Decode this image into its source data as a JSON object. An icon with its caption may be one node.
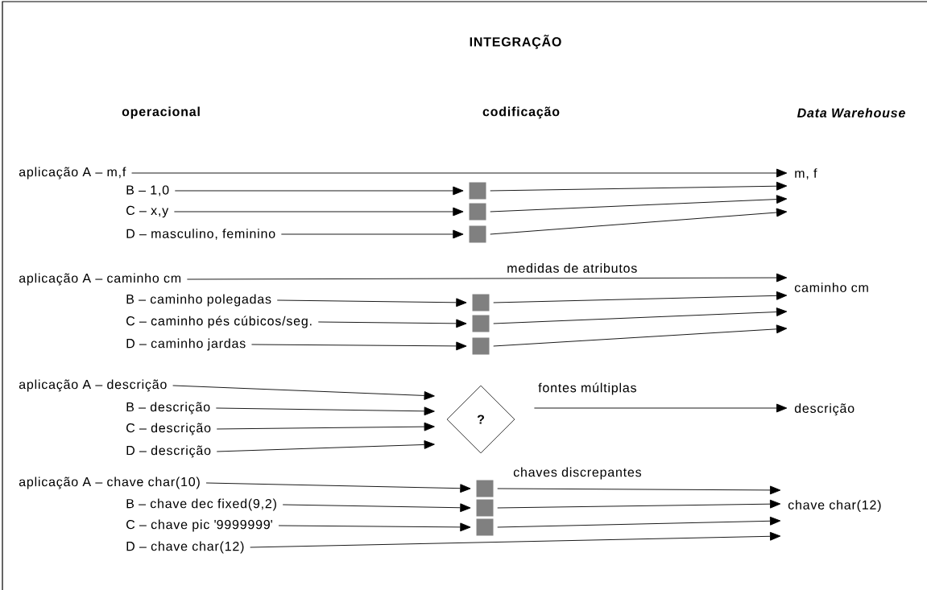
{
  "diagram": {
    "title": "INTEGRAÇÃO",
    "nodes": [
      {
        "text": [
          "aplicação A – m,f"
        ]
      },
      {
        "text": [
          "B – 1,0"
        ]
      },
      {
        "text": [
          "C – x,y"
        ]
      },
      {
        "text": [
          "D – masculino, feminino"
        ]
      },
      {
        "text": [],
        "shape": "box"
      },
      {
        "text": [],
        "shape": "box"
      },
      {
        "text": [],
        "shape": "box"
      },
      {
        "text": [
          "m, f"
        ]
      },
      {
        "text": [
          "aplicação A – caminho cm"
        ]
      },
      {
        "text": [
          "B – caminho polegadas"
        ]
      },
      {
        "text": [
          "C – caminho pés cúbicos/seg."
        ]
      },
      {
        "text": [
          "D – caminho jardas"
        ]
      },
      {
        "text": [],
        "shape": "box"
      },
      {
        "text": [],
        "shape": "box"
      },
      {
        "text": [],
        "shape": "box"
      },
      {
        "text": [
          "caminho cm"
        ]
      },
      {
        "text": [
          "aplicação A – descrição"
        ]
      },
      {
        "text": [
          "B – descrição"
        ]
      },
      {
        "text": [
          "C – descrição"
        ]
      },
      {
        "text": [
          "D – descrição"
        ]
      },
      {
        "text": [
          "?"
        ]
      },
      {
        "text": [
          "descrição"
        ]
      },
      {
        "text": [
          "aplicação A – chave char(10)"
        ]
      },
      {
        "text": [
          "B – chave dec fixed(9,2)"
        ]
      },
      {
        "text": [
          "C – chave pic '9999999'"
        ]
      },
      {
        "text": [
          "D – chave char(12)"
        ]
      },
      {
        "text": [],
        "shape": "box"
      },
      {
        "text": [],
        "shape": "box"
      },
      {
        "text": [],
        "shape": "box"
      },
      {
        "text": [
          "chave char(12)"
        ]
      }
    ],
    "edges": [
      {
        "from": 0,
        "to": 7,
        "arrow": "to"
      },
      {
        "from": 1,
        "to": 4,
        "arrow": "to"
      },
      {
        "from": 2,
        "to": 5,
        "arrow": "to"
      },
      {
        "from": 3,
        "to": 6,
        "arrow": "to"
      },
      {
        "from": 4,
        "to": 7,
        "arrow": "to"
      },
      {
        "from": 5,
        "to": 7,
        "arrow": "to"
      },
      {
        "from": 6,
        "to": 7,
        "arrow": "to"
      },
      {
        "from": 8,
        "to": 15,
        "arrow": "to",
        "label": "medidas de atributos"
      },
      {
        "from": 9,
        "to": 12,
        "arrow": "to"
      },
      {
        "from": 10,
        "to": 13,
        "arrow": "to"
      },
      {
        "from": 11,
        "to": 14,
        "arrow": "to"
      },
      {
        "from": 12,
        "to": 15,
        "arrow": "to"
      },
      {
        "from": 13,
        "to": 15,
        "arrow": "to"
      },
      {
        "from": 14,
        "to": 15,
        "arrow": "to"
      },
      {
        "from": 16,
        "to": 20,
        "arrow": "to"
      },
      {
        "from": 17,
        "to": 20,
        "arrow": "to"
      },
      {
        "from": 18,
        "to": 20,
        "arrow": "to"
      },
      {
        "from": 19,
        "to": 20,
        "arrow": "to"
      },
      {
        "from": 20,
        "to": 21,
        "arrow": "to",
        "label": "fontes múltiplas"
      },
      {
        "from": 22,
        "to": 26,
        "arrow": "to"
      },
      {
        "from": 23,
        "to": 27,
        "arrow": "to"
      },
      {
        "from": 24,
        "to": 28,
        "arrow": "to"
      },
      {
        "from": 26,
        "to": 29,
        "arrow": "to",
        "label": "chaves discrepantes"
      },
      {
        "from": 27,
        "to": 29,
        "arrow": "to"
      },
      {
        "from": 28,
        "to": 29,
        "arrow": "to"
      },
      {
        "from": 25,
        "to": 29,
        "arrow": "to"
      }
    ],
    "labels": [
      "operacional",
      "codificação",
      "Data Warehouse"
    ]
  }
}
